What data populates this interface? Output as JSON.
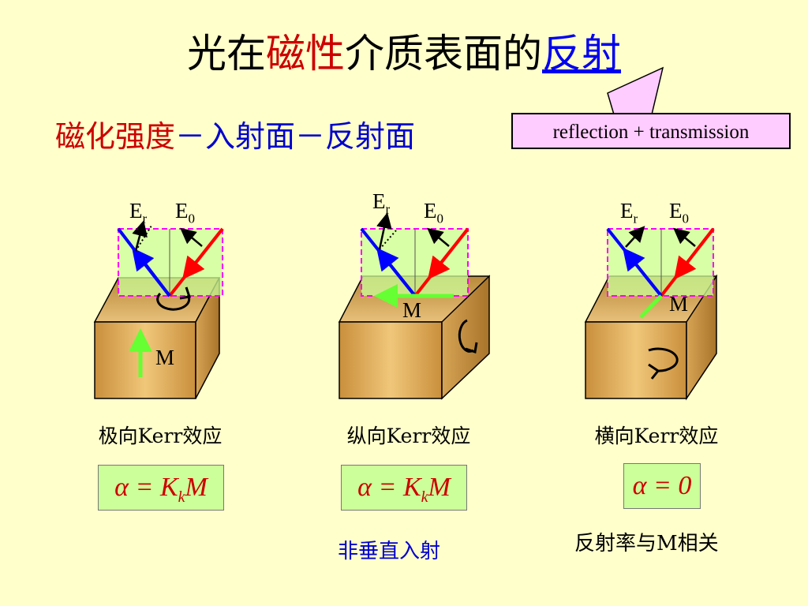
{
  "title": {
    "part1": "光在",
    "part2": "磁性",
    "part3": "介质表面的",
    "part4": "反射"
  },
  "subtitle": {
    "part1": "磁化强度",
    "part2": "－入射面－反射面"
  },
  "callout": "reflection + transmission",
  "panels": [
    {
      "er": "E",
      "er_sub": "r",
      "e0": "E",
      "e0_sub": "0",
      "m": "M",
      "caption": "极向Kerr效应",
      "formula": "α = K",
      "formula_sub": "k",
      "formula_end": "M"
    },
    {
      "er": "E",
      "er_sub": "r",
      "e0": "E",
      "e0_sub": "0",
      "m": "M",
      "caption": "纵向Kerr效应",
      "formula": "α = K",
      "formula_sub": "k",
      "formula_end": "M",
      "note": "非垂直入射"
    },
    {
      "er": "E",
      "er_sub": "r",
      "e0": "E",
      "e0_sub": "0",
      "m": "M",
      "caption": "横向Kerr效应",
      "formula": "α = 0",
      "note": "反射率与M相关"
    }
  ],
  "colors": {
    "background": "#ffffcc",
    "incident": "#ff0000",
    "reflected": "#0000ff",
    "magnetization": "#66ff33",
    "plane": "#ccff99",
    "cube": "#dca857"
  }
}
